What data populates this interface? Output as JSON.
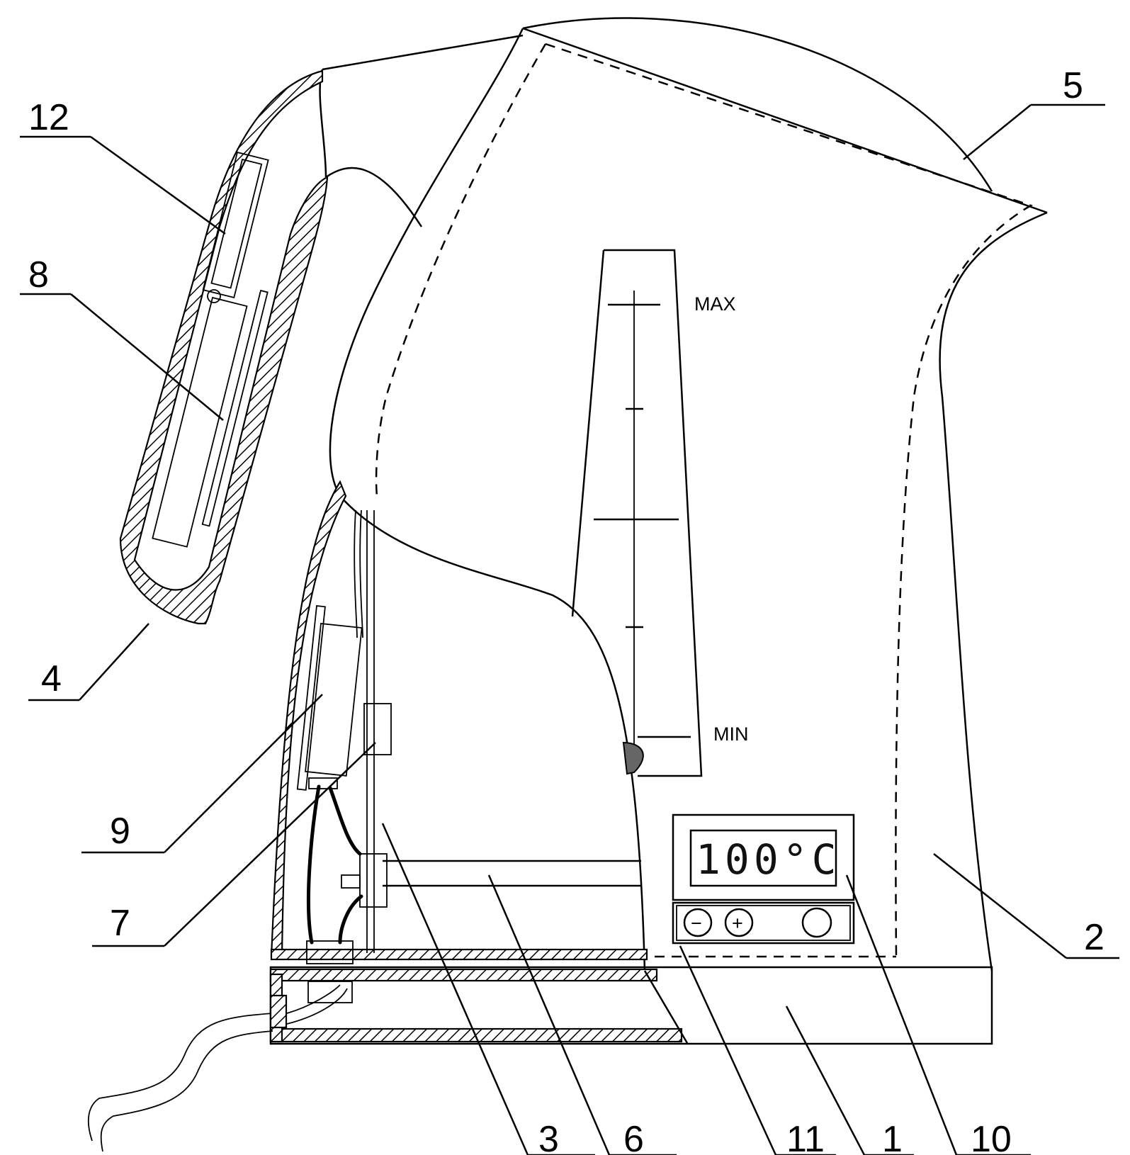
{
  "figure": {
    "reference_numerals": {
      "base": "1",
      "body": "2",
      "heater_tube": "3",
      "handle": "4",
      "lid": "5",
      "support": "6",
      "sensor": "7",
      "handle_board": "8",
      "control_module": "9",
      "display": "10",
      "buttons": "11",
      "switch_12": "12"
    },
    "level_marks": {
      "max": "MAX",
      "min": "MIN"
    },
    "display_reading": "100°C",
    "buttons": {
      "minus": "−",
      "plus": "+"
    }
  }
}
